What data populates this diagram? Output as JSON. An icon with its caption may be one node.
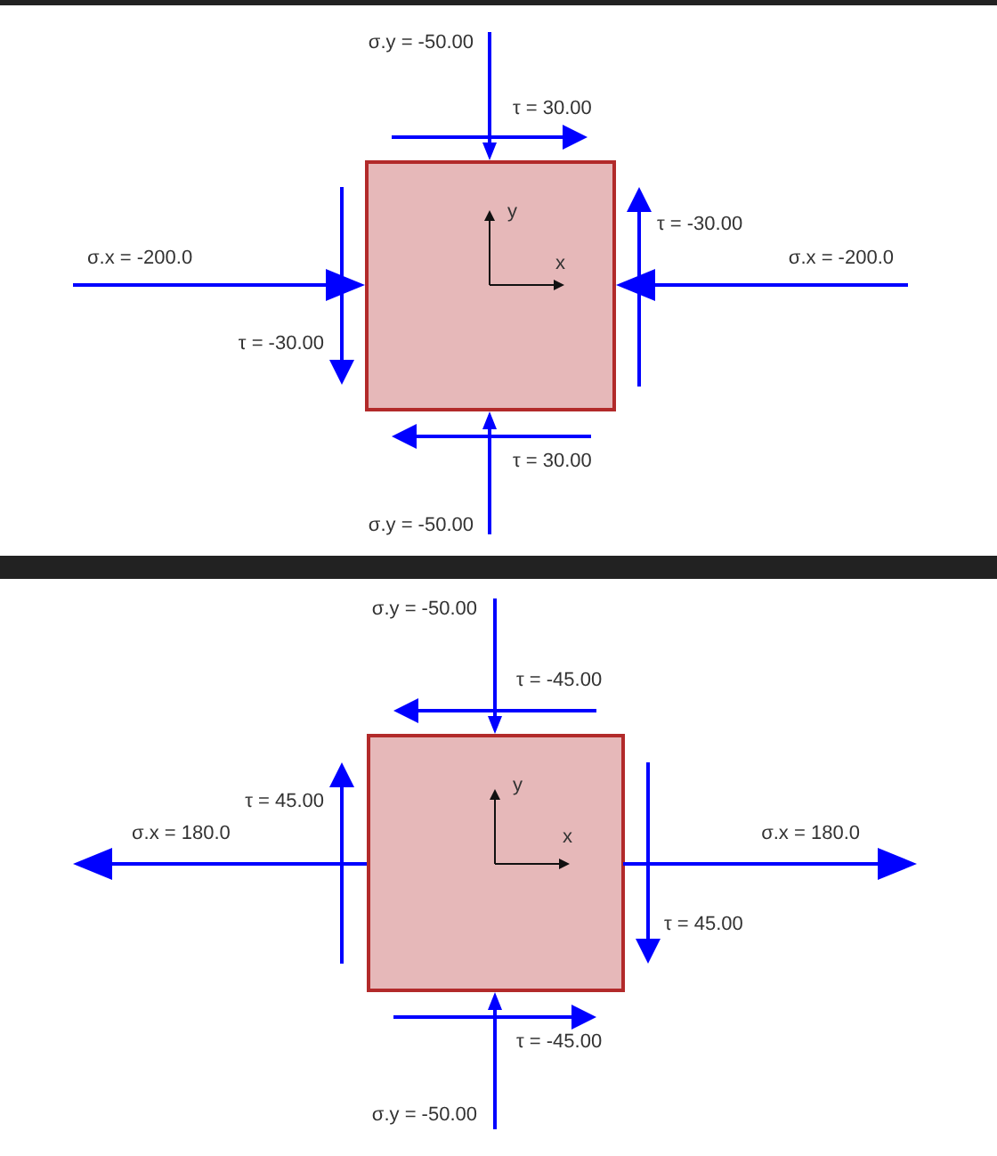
{
  "diagram": {
    "nodes": [
      {
        "text": [],
        "shape": "box"
      },
      {
        "text": [],
        "shape": "box"
      }
    ],
    "labels": [
      "σ.y = -50.00",
      "τ = 30.00",
      "y",
      "τ = -30.00",
      "σ.x = -200.0",
      "x",
      "σ.x = -200.0",
      "τ = -30.00",
      "τ = 30.00",
      "σ.y = -50.00",
      "σ.y = -50.00",
      "τ = -45.00",
      "y",
      "τ = 45.00",
      "σ.x = 180.0",
      "x",
      "σ.x = 180.0",
      "τ = 45.00",
      "τ = -45.00",
      "σ.y = -50.00"
    ]
  }
}
